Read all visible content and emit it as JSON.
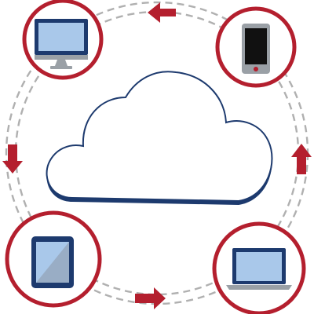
{
  "diagram": {
    "type": "cloud-sync-cycle",
    "center": {
      "name": "cloud",
      "icon": "cloud-icon"
    },
    "devices": [
      {
        "name": "desktop-monitor",
        "icon": "monitor-icon"
      },
      {
        "name": "smartphone",
        "icon": "phone-icon"
      },
      {
        "name": "tablet",
        "icon": "tablet-icon"
      },
      {
        "name": "laptop",
        "icon": "laptop-icon"
      }
    ],
    "flow_direction": "counter-clockwise",
    "arrows": [
      "left",
      "up",
      "down",
      "right"
    ]
  },
  "colors": {
    "ring_red": "#b41f2e",
    "arrow_red": "#b41f2e",
    "navy": "#1d3a6e",
    "screen_blue": "#a9c8ea",
    "screen_black": "#111111",
    "gray_body": "#9aa0a6",
    "dashed_gray": "#b0b0b0",
    "background": "#ffffff"
  }
}
